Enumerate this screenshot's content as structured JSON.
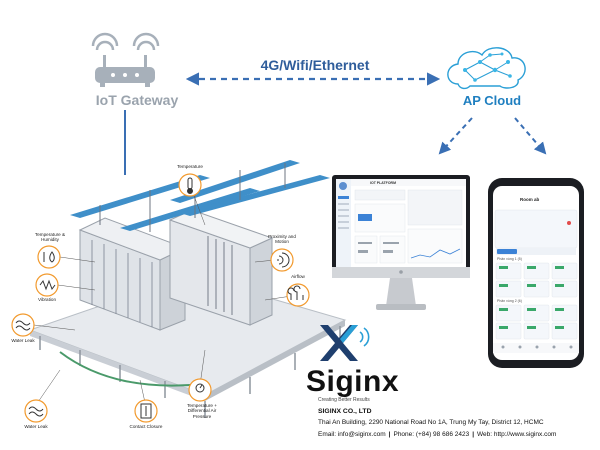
{
  "gateway": {
    "label": "IoT Gateway"
  },
  "link": {
    "label": "4G/Wifi/Ethernet"
  },
  "cloud": {
    "label": "AP Cloud"
  },
  "sensors": {
    "temperature": "Temperature",
    "temp_humidity": "Temperature & Humidity",
    "vibration": "Vibration",
    "water_leak_1": "Water Leak",
    "water_leak_2": "Water Leak",
    "proximity_motion": "Proximity and Motion",
    "airflow": "Airflow",
    "contact_closure": "Contact Closure",
    "temp_diff_pressure": "Temperature + Differential Air Pressure"
  },
  "desktop_app": {
    "header": "IOT PLATFORM"
  },
  "mobile_app": {
    "title": "Room ab",
    "section1": "Phân vùng 1 (5)",
    "section2": "Phân vùng 2 (6)"
  },
  "brand": {
    "name": "Siginx",
    "tagline": "Creating Better Results",
    "company": "SIGINX CO., LTD",
    "address": "Thai An Building, 2290 National Road No 1A, Trung My Tay, District 12, HCMC",
    "email": "Email: info@siginx.com",
    "phone": "Phone: (+84) 98 686 2423",
    "web": "Web: http://www.siginx.com",
    "separator": "|"
  },
  "colors": {
    "arrow": "#3a6fb4",
    "gateway": "#9aa3ad",
    "cloud": "#1f7fc0",
    "sensor_ring": "#f29a2e",
    "brand_blue": "#1f7fc0"
  }
}
